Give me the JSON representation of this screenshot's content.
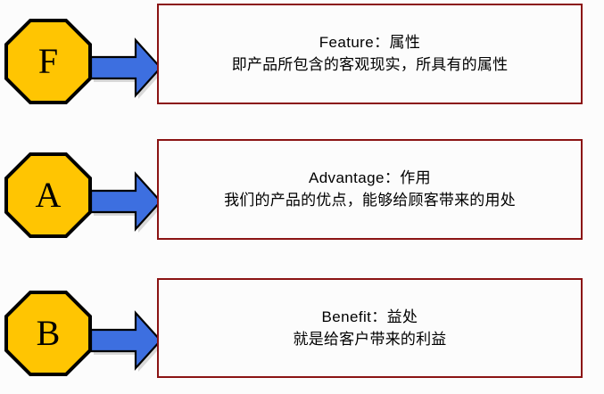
{
  "diagram": {
    "title": "FAB Sales Model Diagram",
    "type": "three-step-labeled-arrow-diagram",
    "background_color": "#fcfcfc",
    "badge_fill": "#ffc502",
    "badge_stroke": "#000000",
    "arrow_fill": "#3d6fe0",
    "arrow_stroke": "#000000",
    "box_border_color": "#8b1313",
    "box_fill": "#fcfcfc",
    "text_color": "#000000"
  },
  "rows": [
    {
      "key": "feature",
      "badge_letter": "F",
      "badge_shape": "octagon",
      "arrow_icon": "right-arrow-icon",
      "heading": "Feature：属性",
      "description": "即产品所包含的客观现实，所具有的属性"
    },
    {
      "key": "advantage",
      "badge_letter": "A",
      "badge_shape": "octagon",
      "arrow_icon": "right-arrow-icon",
      "heading": "Advantage：作用",
      "description": "我们的产品的优点，能够给顾客带来的用处"
    },
    {
      "key": "benefit",
      "badge_letter": "B",
      "badge_shape": "octagon",
      "arrow_icon": "right-arrow-icon",
      "heading": "Benefit：益处",
      "description": "就是给客户带来的利益"
    }
  ]
}
